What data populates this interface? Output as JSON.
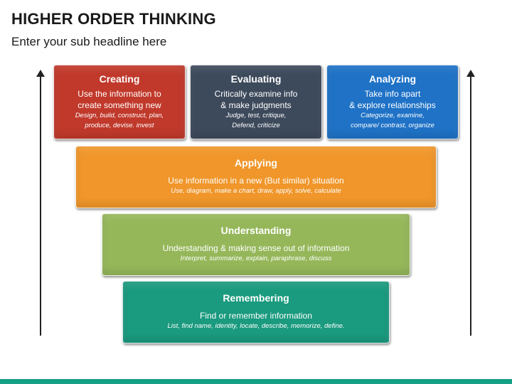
{
  "header": {
    "title": "HIGHER ORDER THINKING",
    "subtitle": "Enter your sub headline here"
  },
  "levels": {
    "creating": {
      "title": "Creating",
      "desc_1": "Use the information to",
      "desc_2": "create something new",
      "ex_1": "Design, build, construct, plan,",
      "ex_2": "produce, devise. invest",
      "color": "#c0392b"
    },
    "evaluating": {
      "title": "Evaluating",
      "desc_1": "Critically examine info",
      "desc_2": "& make judgments",
      "ex_1": "Judge, test, critique,",
      "ex_2": "Defend, criticize",
      "color": "#3d4a5c"
    },
    "analyzing": {
      "title": "Analyzing",
      "desc_1": "Take info apart",
      "desc_2": "&  explore relationships",
      "ex_1": "Categorize, examine,",
      "ex_2": "compare/ contrast, organize",
      "color": "#1f72c6"
    },
    "applying": {
      "title": "Applying",
      "desc": "Use information in a new (But similar) situation",
      "ex": "Use, diagram, make a chart, draw, apply, solve, calculate",
      "color": "#f0962a"
    },
    "understanding": {
      "title": "Understanding",
      "desc": "Understanding & making sense out of information",
      "ex": "Interpret, summarize, explain, paraphrase, discuss",
      "color": "#95b75a"
    },
    "remembering": {
      "title": "Remembering",
      "desc": "Find or remember information",
      "ex": "List, find name, identity, locate, describe, memorize, define.",
      "color": "#1a9a7e"
    }
  },
  "accent_bar_color": "#16a085"
}
